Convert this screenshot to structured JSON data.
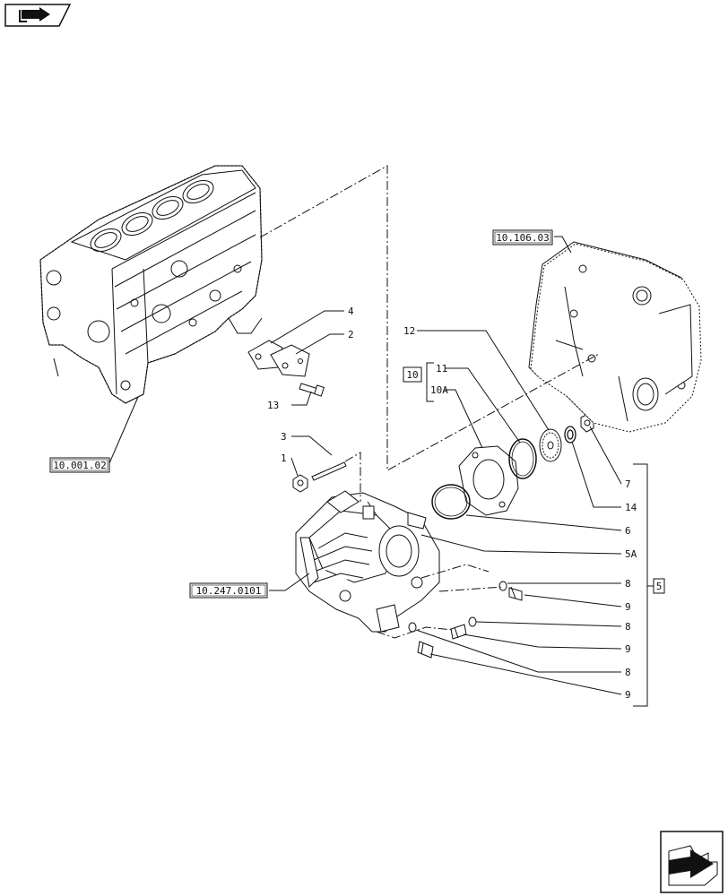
{
  "nav": {
    "prev_icon": "book-arrow-icon",
    "next_icon": "page-forward-arrow-icon"
  },
  "references": {
    "engine_block": "10.001.02",
    "timing_cover": "10.106.03",
    "injection_pump": "10.247.0101"
  },
  "group_boxes": {
    "pump_group": "10",
    "fittings_group": "5"
  },
  "callouts": {
    "c4": "4",
    "c2": "2",
    "c13": "13",
    "c3": "3",
    "c1": "1",
    "c12": "12",
    "c11": "11",
    "c10a": "10A",
    "c7": "7",
    "c14": "14",
    "c6": "6",
    "c5a": "5A",
    "c8a": "8",
    "c9a": "9",
    "c8b": "8",
    "c9b": "9",
    "c8c": "8",
    "c9c": "9"
  },
  "colors": {
    "ink": "#111111",
    "paper": "#ffffff"
  }
}
